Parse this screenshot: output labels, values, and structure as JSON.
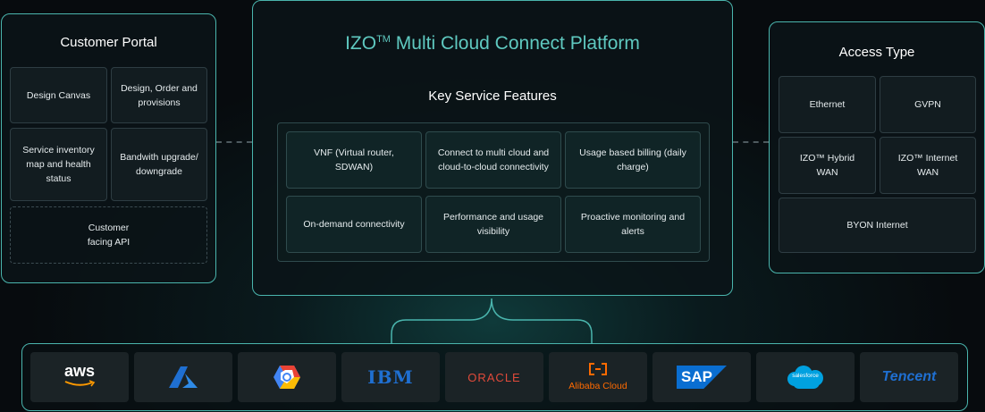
{
  "customer_portal": {
    "title": "Customer Portal",
    "items": [
      "Design Canvas",
      "Design, Order and provisions",
      "Service inventory map and health status",
      "Bandwith upgrade/ downgrade"
    ],
    "api": "Customer facing API"
  },
  "platform": {
    "title_main": "IZO",
    "title_tm": "TM",
    "title_rest": " Multi Cloud Connect Platform",
    "subtitle": "Key Service Features",
    "features": [
      "VNF (Virtual router, SDWAN)",
      "Connect to multi cloud and cloud-to-cloud connectivity",
      "Usage based billing (daily charge)",
      "On-demand connectivity",
      "Performance and usage visibility",
      "Proactive monitoring and alerts"
    ]
  },
  "access_type": {
    "title": "Access Type",
    "items": [
      "Ethernet",
      "GVPN",
      "IZO™ Hybrid WAN",
      "IZO™ Internet WAN",
      "BYON Internet"
    ]
  },
  "providers": {
    "aws": "aws",
    "ibm": "IBM",
    "oracle": "ORACLE",
    "alibaba": "Alibaba Cloud",
    "sap": "SAP",
    "salesforce": "salesforce",
    "tencent": "Tencent"
  },
  "colors": {
    "accent": "#4ab5ad",
    "title_teal": "#5fc9c0",
    "aws_orange": "#ff9900",
    "azure_blue": "#1f6fd1",
    "ibm_blue": "#1f6fd1",
    "oracle_red": "#e04a3a",
    "alibaba_orange": "#ff6a00",
    "sap_blue": "#0a6ed1",
    "salesforce_blue": "#00a1e0",
    "tencent_blue": "#1f6fd1"
  }
}
